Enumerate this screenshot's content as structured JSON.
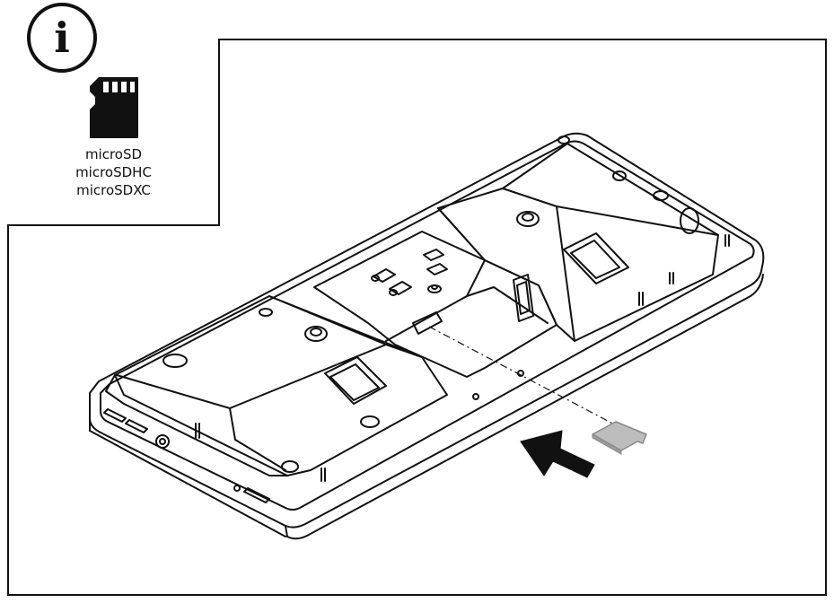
{
  "info_symbol": "i",
  "icons": {
    "info": "info-icon",
    "card": "microsd-card-icon",
    "arrow": "insert-arrow-icon"
  },
  "card_types": [
    "microSD",
    "microSDHC",
    "microSDXC"
  ],
  "colors": {
    "line": "#111111",
    "card_fill": "#bdbdbd",
    "background": "#ffffff"
  }
}
